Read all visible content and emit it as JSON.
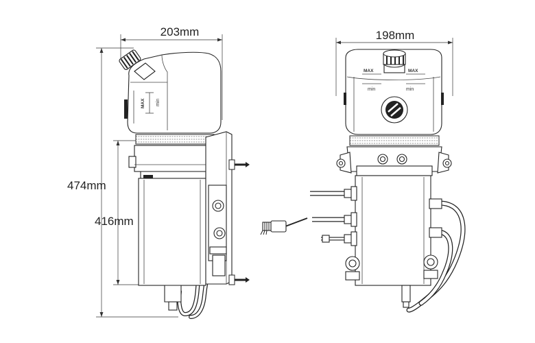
{
  "dimensions": {
    "side_width": "203mm",
    "front_width": "198mm",
    "overall_height": "474mm",
    "body_height": "416mm"
  },
  "tank_markings": {
    "side_max": "MAX",
    "side_min": "min",
    "front_max_left": "MAX",
    "front_max_right": "MAX",
    "front_min_left": "min",
    "front_min_right": "min"
  }
}
